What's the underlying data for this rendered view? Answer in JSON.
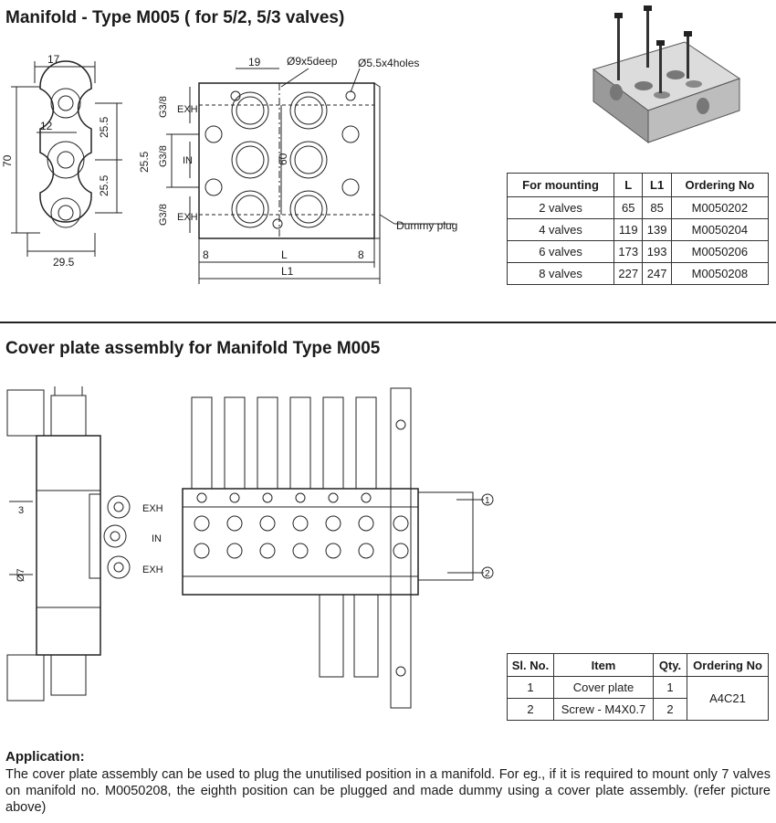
{
  "section1": {
    "title": "Manifold - Type M005 ( for 5/2, 5/3 valves)"
  },
  "side_view": {
    "dims": [
      "17",
      "12",
      "25.5",
      "25.5",
      "70",
      "29.5"
    ]
  },
  "top_view": {
    "dims": [
      "19",
      "Ø9x5deep",
      "Ø5.5x4holes",
      "G3/8",
      "EXH",
      "G3/8",
      "IN",
      "25.5",
      "60",
      "G3/8",
      "EXH",
      "8",
      "L",
      "8",
      "L1"
    ],
    "callout": "Dummy plug"
  },
  "mount_table": {
    "headers": [
      "For mounting",
      "L",
      "L1",
      "Ordering No"
    ],
    "rows": [
      [
        "2 valves",
        "65",
        "85",
        "M0050202"
      ],
      [
        "4 valves",
        "119",
        "139",
        "M0050204"
      ],
      [
        "6 valves",
        "173",
        "193",
        "M0050206"
      ],
      [
        "8 valves",
        "227",
        "247",
        "M0050208"
      ]
    ]
  },
  "section2": {
    "title": "Cover plate assembly for Manifold Type M005"
  },
  "assembly": {
    "dims": [
      "3",
      "Ø7"
    ],
    "port_labels": [
      "EXH",
      "IN",
      "EXH"
    ],
    "callouts": [
      "1",
      "2"
    ]
  },
  "parts_table": {
    "headers": [
      "Sl. No.",
      "Item",
      "Qty.",
      "Ordering No"
    ],
    "rows": [
      [
        "1",
        "Cover plate",
        "1"
      ],
      [
        "2",
        "Screw - M4X0.7",
        "2"
      ]
    ],
    "ordering_no": "A4C21"
  },
  "application": {
    "heading": "Application:",
    "text": "The cover plate assembly can be used to plug the unutilised position in a manifold. For eg., if it is required to mount only 7 valves on manifold no. M0050208, the eighth position can be plugged and made dummy using a cover plate assembly. (refer picture above)"
  }
}
